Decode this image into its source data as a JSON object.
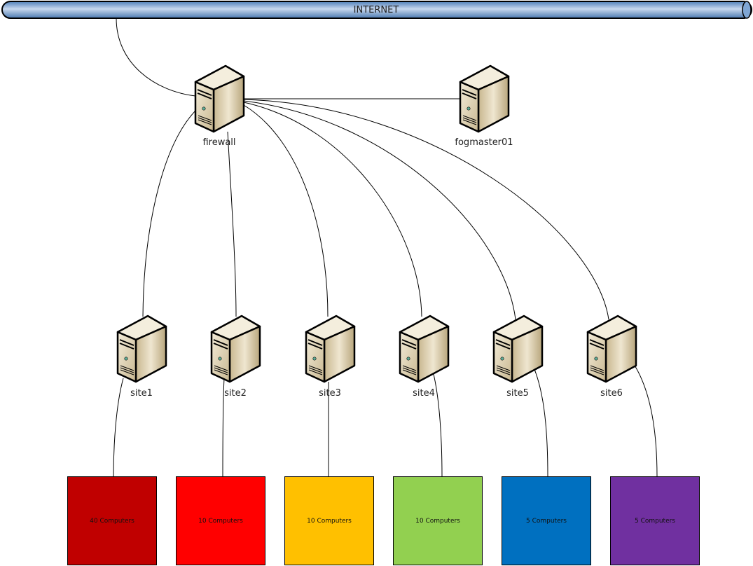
{
  "internet": {
    "label": "INTERNET",
    "color": "#6f9bd0"
  },
  "firewall": {
    "label": "firewall"
  },
  "fogmaster": {
    "label": "fogmaster01"
  },
  "sites": [
    {
      "label": "site1",
      "computers": "40 Computers",
      "color": "#c00000"
    },
    {
      "label": "site2",
      "computers": "10 Computers",
      "color": "#ff0000"
    },
    {
      "label": "site3",
      "computers": "10 Computers",
      "color": "#ffc000"
    },
    {
      "label": "site4",
      "computers": "10 Computers",
      "color": "#92d050"
    },
    {
      "label": "site5",
      "computers": "5 Computers",
      "color": "#0070c0"
    },
    {
      "label": "site6",
      "computers": "5 Computers",
      "color": "#7030a0"
    }
  ]
}
